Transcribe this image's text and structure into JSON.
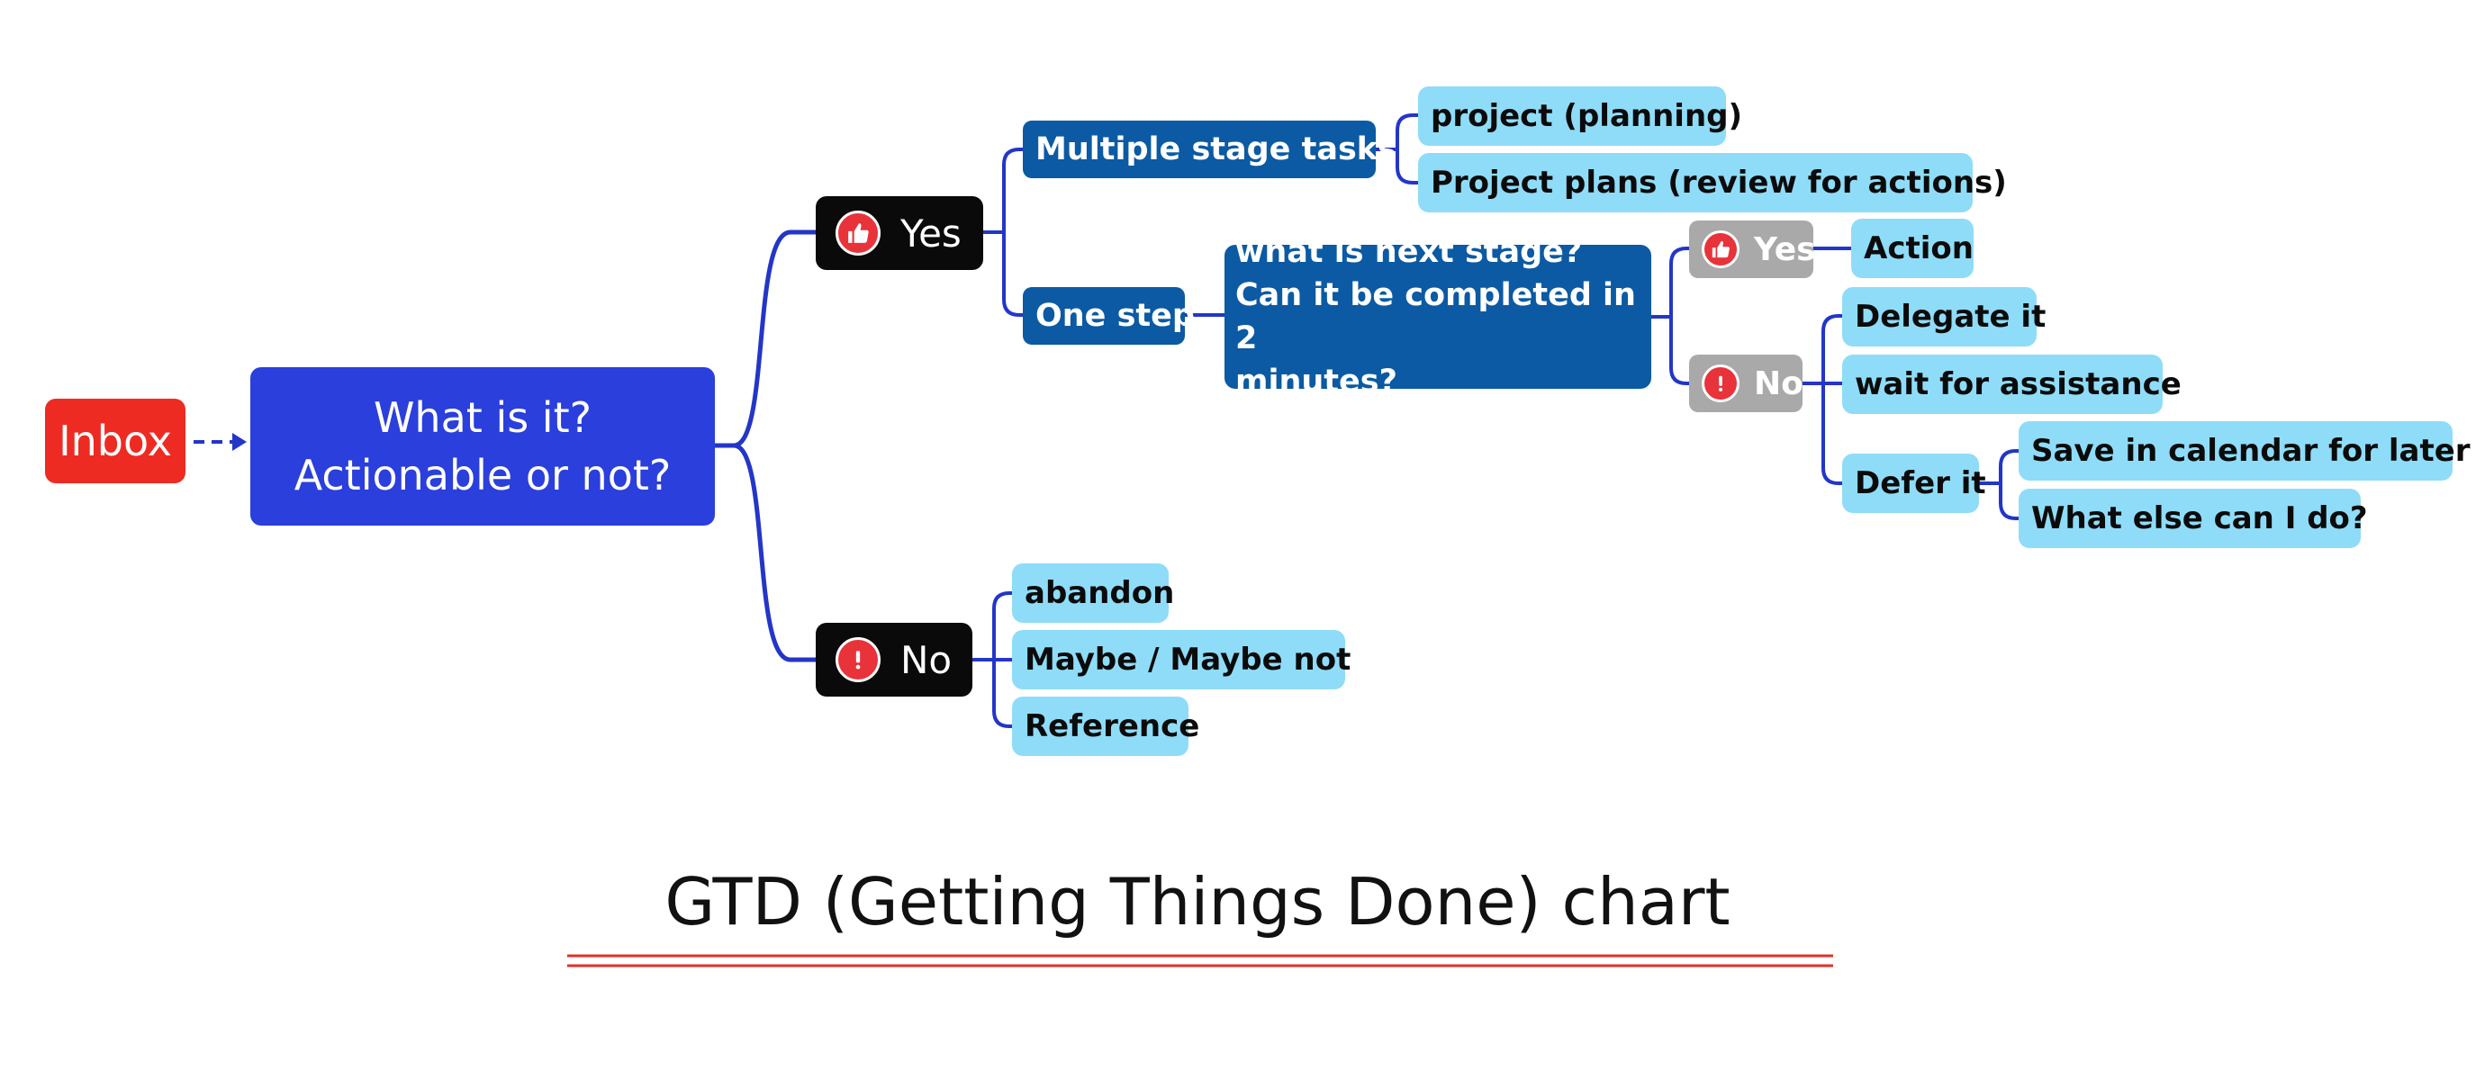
{
  "inbox": "Inbox",
  "main_question": [
    "What is it?",
    "Actionable or not?"
  ],
  "yes_branch": {
    "label": "Yes",
    "icon": "thumbs-up-icon",
    "multiple": {
      "label": "Multiple stage tasks",
      "children": [
        "project (planning)",
        "Project plans (review for actions)"
      ]
    },
    "one_step": {
      "label": "One step",
      "question": [
        "what is next stage?",
        "Can it be completed in 2",
        "minutes?"
      ],
      "yes": {
        "label": "Yes",
        "icon": "thumbs-up-icon",
        "child": "Action"
      },
      "no": {
        "label": "No",
        "icon": "exclamation-icon",
        "children": [
          "Delegate it",
          "wait for assistance"
        ],
        "defer": {
          "label": "Defer it",
          "children": [
            "Save in calendar for later",
            "What else can I do?"
          ]
        }
      }
    }
  },
  "no_branch": {
    "label": "No",
    "icon": "exclamation-icon",
    "children": [
      "abandon",
      "Maybe / Maybe not",
      "Reference"
    ]
  },
  "title": "GTD (Getting Things Done) chart",
  "colors": {
    "main_blue": "#2a3fdb",
    "stage_blue": "#0b5aa3",
    "leaf_cyan": "#8fdcf8",
    "inbox_red": "#ee2b22",
    "connector": "#2336c8",
    "title_rule": "#e0302a"
  }
}
